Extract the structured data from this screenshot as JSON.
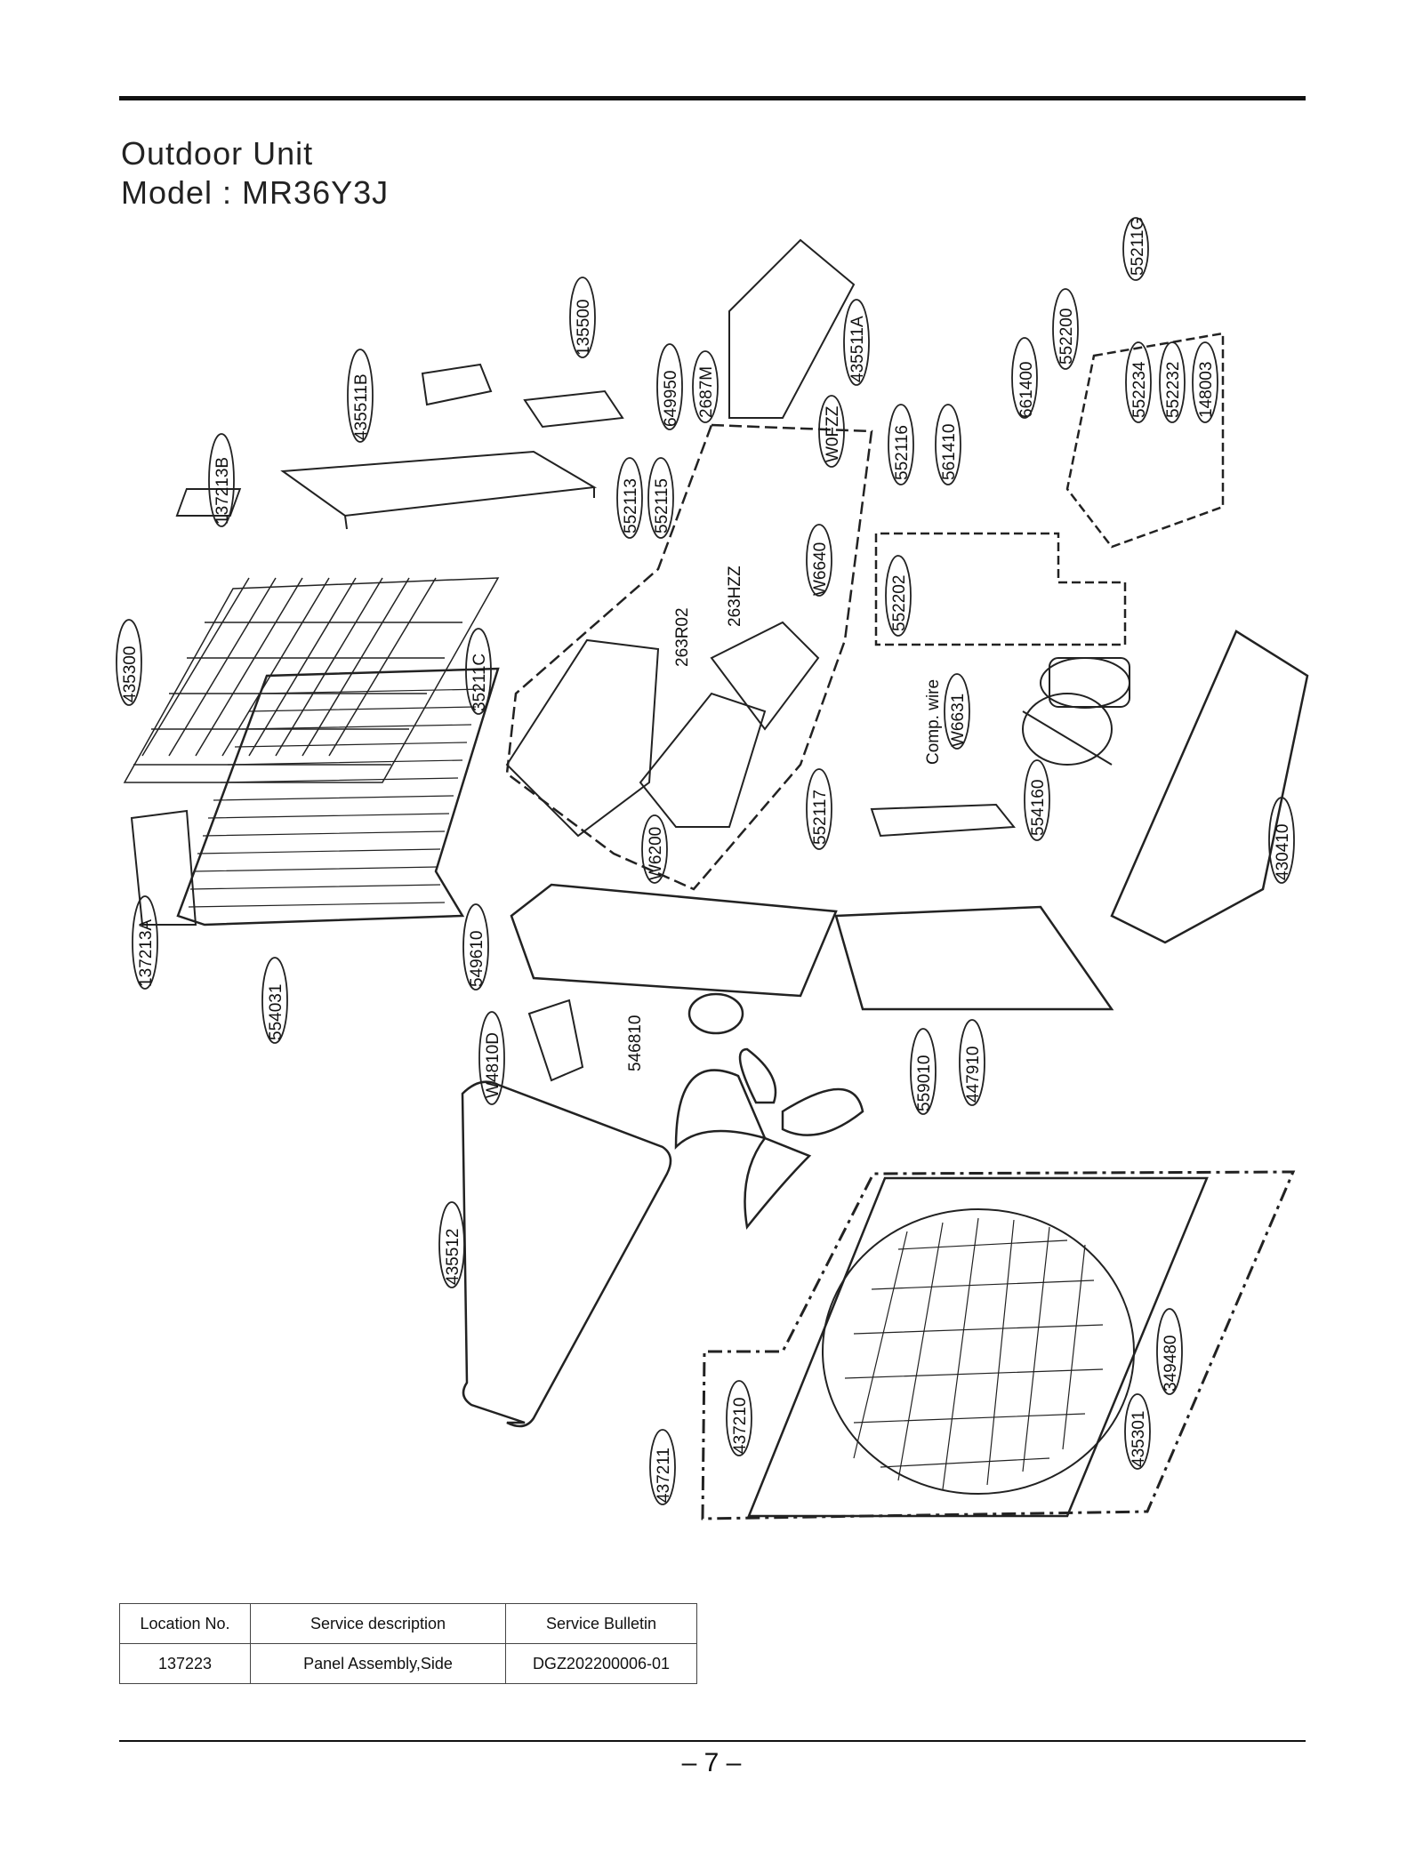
{
  "header": {
    "title_line1": "Outdoor Unit",
    "title_line2": "Model : MR36Y3J"
  },
  "diagram": {
    "part_labels": [
      "55211G",
      "552200",
      "661400",
      "552234",
      "552232",
      "148003",
      "435511A",
      "561410",
      "552116",
      "W0FZZ",
      "2687M",
      "649950",
      "135500",
      "435511B",
      "137213B",
      "552113",
      "552115",
      "W6640",
      "263HZZ",
      "263R02",
      "552202",
      "435300",
      "35211C",
      "Comp. wire",
      "W6631",
      "554160",
      "552117",
      "W6200",
      "430410",
      "137213A",
      "554031",
      "549610",
      "546810",
      "W4810D",
      "559010",
      "447910",
      "435512",
      "349480",
      "437210",
      "435301",
      "437211"
    ]
  },
  "table": {
    "headers": [
      "Location No.",
      "Service description",
      "Service Bulletin"
    ],
    "rows": [
      [
        "137223",
        "Panel Assembly,Side",
        "DGZ202200006-01"
      ]
    ]
  },
  "footer": {
    "page": "– 7 –"
  }
}
